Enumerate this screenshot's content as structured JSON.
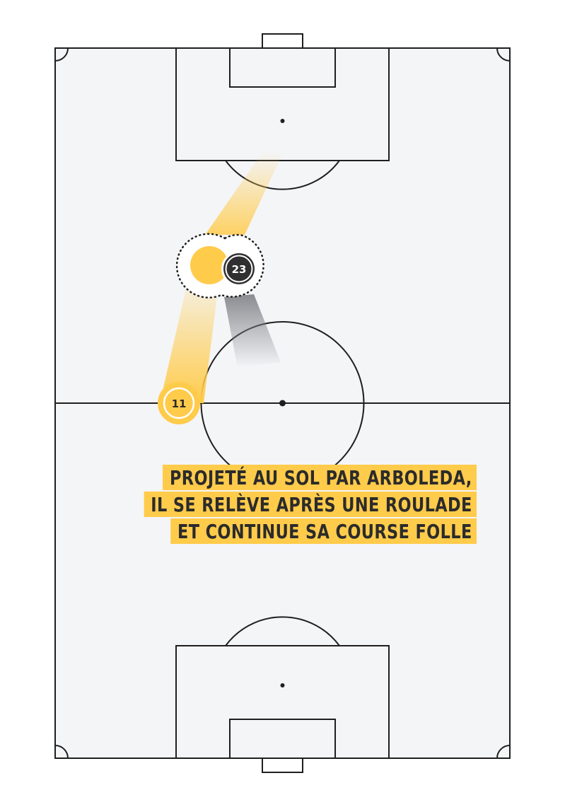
{
  "colors": {
    "pitch": "#f4f5f7",
    "lines": "#1f1f1f",
    "attacker": "#ffcb4b",
    "defender": "#303030",
    "defender_trail": "#8e9096",
    "caption_bg": "#ffcb4b",
    "caption_text": "#2b2b2b"
  },
  "players": {
    "attacker": {
      "number": "11",
      "team_color": "#ffcb4b"
    },
    "defender": {
      "number": "23",
      "team_color": "#303030"
    }
  },
  "caption": {
    "line1": "PROJETÉ AU SOL PAR ARBOLEDA,",
    "line2": "IL SE RELÈVE APRÈS UNE ROULADE",
    "line3": "ET CONTINUE SA COURSE FOLLE"
  },
  "icons": {
    "contact": "dotted-contact-cloud-icon"
  }
}
